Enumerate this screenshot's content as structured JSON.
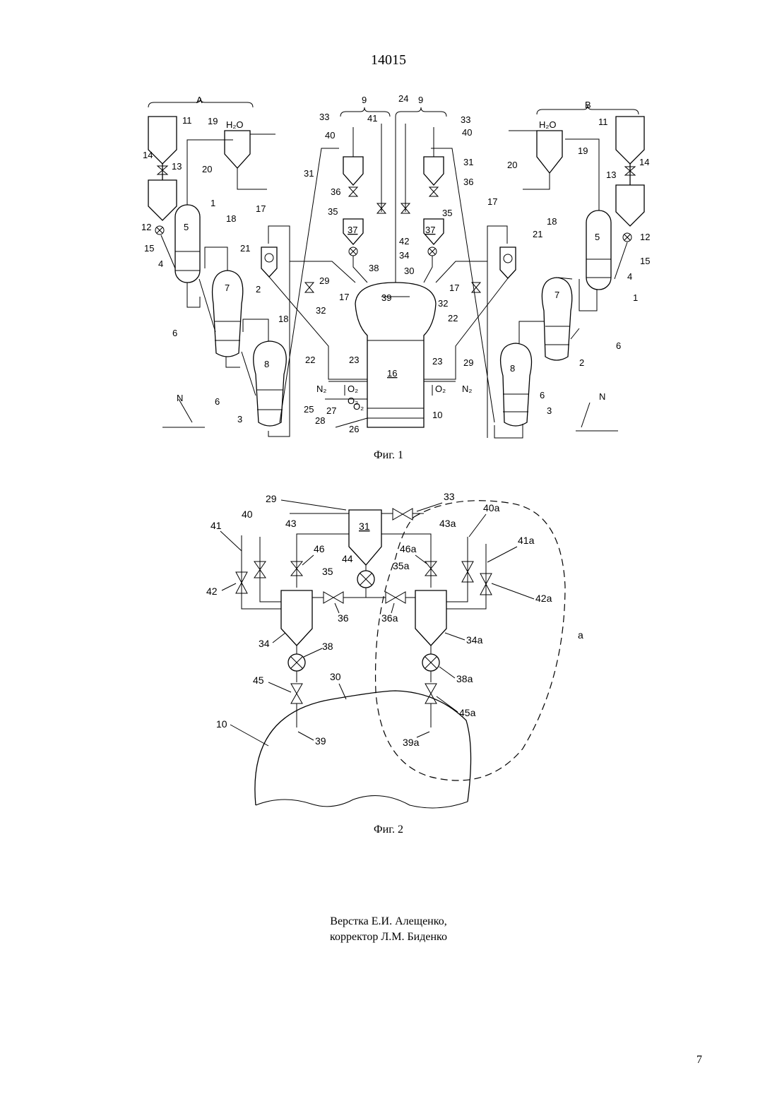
{
  "header": {
    "doc_number": "14015"
  },
  "figure1": {
    "caption": "Фиг. 1",
    "labels": {
      "groupA": "A",
      "groupB": "B",
      "h2o": "H₂O",
      "n2": "N₂",
      "o2": "O₂",
      "N": "N",
      "n1": "1",
      "n2num": "2",
      "n3": "3",
      "n4": "4",
      "n5": "5",
      "n6": "6",
      "n7": "7",
      "n8": "8",
      "n9": "9",
      "n10": "10",
      "n11": "11",
      "n12": "12",
      "n13": "13",
      "n14": "14",
      "n15": "15",
      "n16": "16",
      "n17": "17",
      "n18": "18",
      "n19": "19",
      "n20": "20",
      "n21": "21",
      "n22": "22",
      "n23": "23",
      "n24": "24",
      "n25": "25",
      "n26": "26",
      "n27": "27",
      "n28": "28",
      "n29": "29",
      "n30": "30",
      "n31": "31",
      "n32": "32",
      "n33": "33",
      "n34": "34",
      "n35": "35",
      "n36": "36",
      "n37": "37",
      "n38": "38",
      "n39": "39",
      "n40": "40",
      "n41": "41",
      "n42": "42"
    }
  },
  "figure2": {
    "caption": "Фиг. 2",
    "labels": {
      "n10": "10",
      "n29": "29",
      "n30": "30",
      "n31": "31",
      "n33": "33",
      "n34": "34",
      "n34a": "34a",
      "n35": "35",
      "n35a": "35a",
      "n36": "36",
      "n36a": "36a",
      "n38": "38",
      "n38a": "38a",
      "n39": "39",
      "n39a": "39a",
      "n40": "40",
      "n40a": "40a",
      "n41": "41",
      "n41a": "41a",
      "n42": "42",
      "n42a": "42a",
      "n43": "43",
      "n43a": "43a",
      "n44": "44",
      "n45": "45",
      "n45a": "45a",
      "n46": "46",
      "n46a": "46a",
      "a": "a"
    }
  },
  "footer": {
    "credit_line1": "Верстка Е.И. Алещенко,",
    "credit_line2": "корректор Л.М. Биденко",
    "page_number": "7"
  }
}
